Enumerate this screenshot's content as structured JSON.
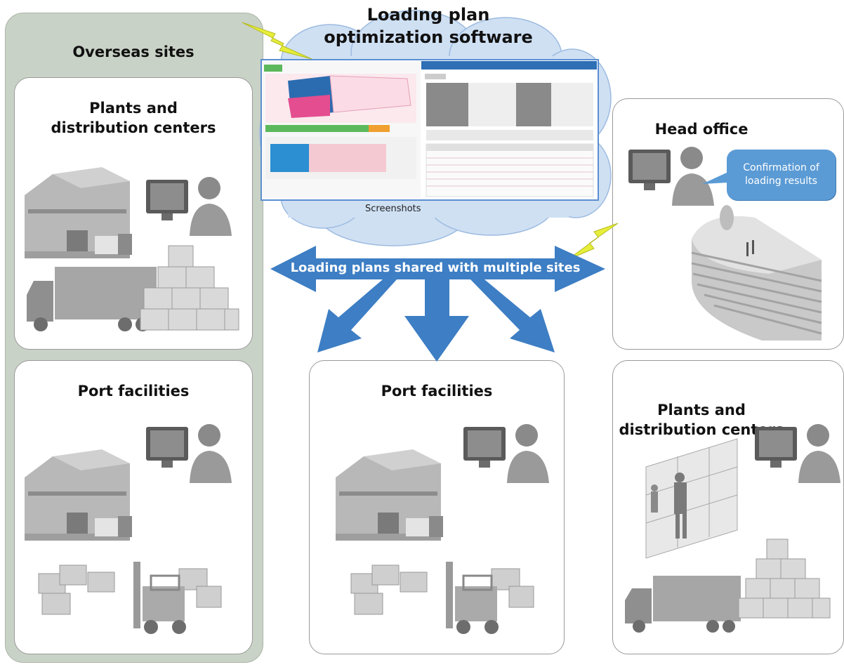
{
  "header": {
    "title_line1": "Loading plan",
    "title_line2": "optimization software"
  },
  "software": {
    "caption": "Screenshots"
  },
  "overseas": {
    "title": "Overseas sites",
    "plants_title_line1": "Plants and",
    "plants_title_line2": "distribution centers",
    "port_title": "Port facilities"
  },
  "center": {
    "port_title": "Port facilities"
  },
  "head_office": {
    "title": "Head office",
    "bubble_line1": "Confirmation of",
    "bubble_line2": "loading results"
  },
  "right_plants": {
    "title_line1": "Plants and",
    "title_line2": "distribution centers"
  },
  "arrow": {
    "label": "Loading plans shared with multiple sites"
  },
  "colors": {
    "arrow_blue": "#3d7ec4",
    "overseas_green": "#c9d2c6",
    "cloud_blue": "#cfe0f3",
    "lightning_yellow": "#e6ee3a",
    "bubble_blue": "#5b9bd5"
  }
}
